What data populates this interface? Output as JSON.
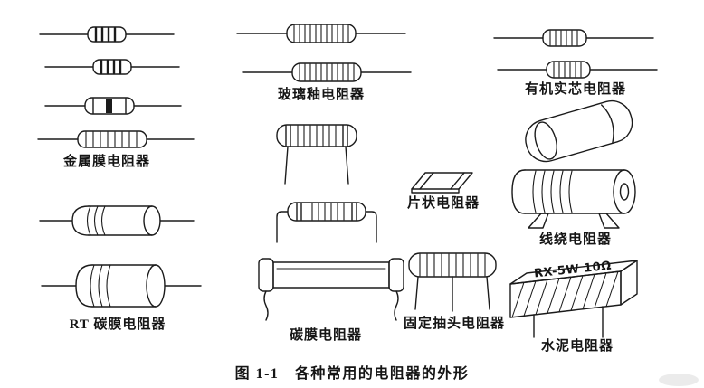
{
  "figure": {
    "caption": "图 1-1　各种常用的电阻器的外形"
  },
  "labels": {
    "metal_film": "金属膜电阻器",
    "rt_carbon": "RT 碳膜电阻器",
    "glass_glaze": "玻璃釉电阻器",
    "carbon_film": "碳膜电阻器",
    "chip": "片状电阻器",
    "fixed_tap": "固定抽头电阻器",
    "organic_solid": "有机实芯电阻器",
    "wirewound": "线绕电阻器",
    "cement": "水泥电阻器"
  },
  "markings": {
    "cement_text": "RX-5W 10Ω"
  },
  "colors": {
    "ink": "#1b1b1b",
    "background": "#ffffff"
  }
}
